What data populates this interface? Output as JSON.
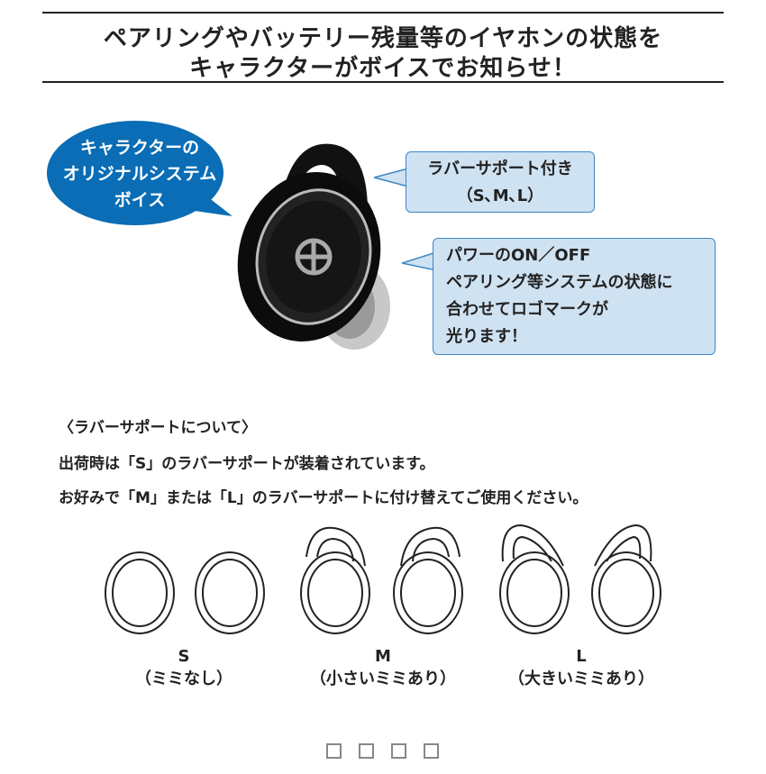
{
  "header": {
    "title_line1": "ペアリングやバッテリー残量等のイヤホンの状態を",
    "title_line2": "キャラクターがボイスでお知らせ！"
  },
  "bubble": {
    "line1": "キャラクターの",
    "line2": "オリジナルシステム",
    "line3": "ボイス",
    "color": "#0a6db5"
  },
  "callouts": [
    {
      "lines": [
        "ラバーサポート付き",
        "（S､M､L）"
      ]
    },
    {
      "lines": [
        "パワーのON／OFF",
        "ペアリング等システムの状態に",
        "合わせてロゴマークが",
        "光ります！"
      ]
    }
  ],
  "info": {
    "heading": "〈ラバーサポートについて〉",
    "line1": "出荷時は「S」のラバーサポートが装着されています。",
    "line2": "お好みで「M」または「L」のラバーサポートに付け替えてご使用ください。"
  },
  "sizes": [
    {
      "size": "S",
      "desc": "（ミミなし）"
    },
    {
      "size": "M",
      "desc": "（小さいミミあり）"
    },
    {
      "size": "L",
      "desc": "（大きいミミあり）"
    }
  ],
  "placeholder_glyphs": 4
}
